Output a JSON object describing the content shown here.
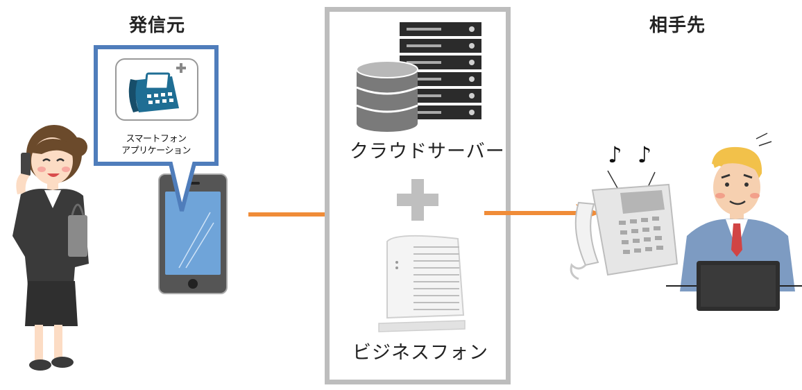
{
  "caller": {
    "heading": "発信元",
    "app_bubble": {
      "line1": "スマートフォン",
      "line2": "アプリケーション",
      "icon": "phone-plus-app-icon"
    }
  },
  "cloud": {
    "server_label": "クラウドサーバー",
    "plus_icon": "plus-icon",
    "phone_label": "ビジネスフォン"
  },
  "recipient": {
    "heading": "相手先",
    "ring_notes": "♪ ♪"
  },
  "colors": {
    "arrow": "#f08c38",
    "bubble_border": "#4f7dbb",
    "box_border": "#bdbdbd",
    "app_icon": "#1f6e94",
    "server": "#2b2b2b",
    "db": "#7a7a7a"
  }
}
